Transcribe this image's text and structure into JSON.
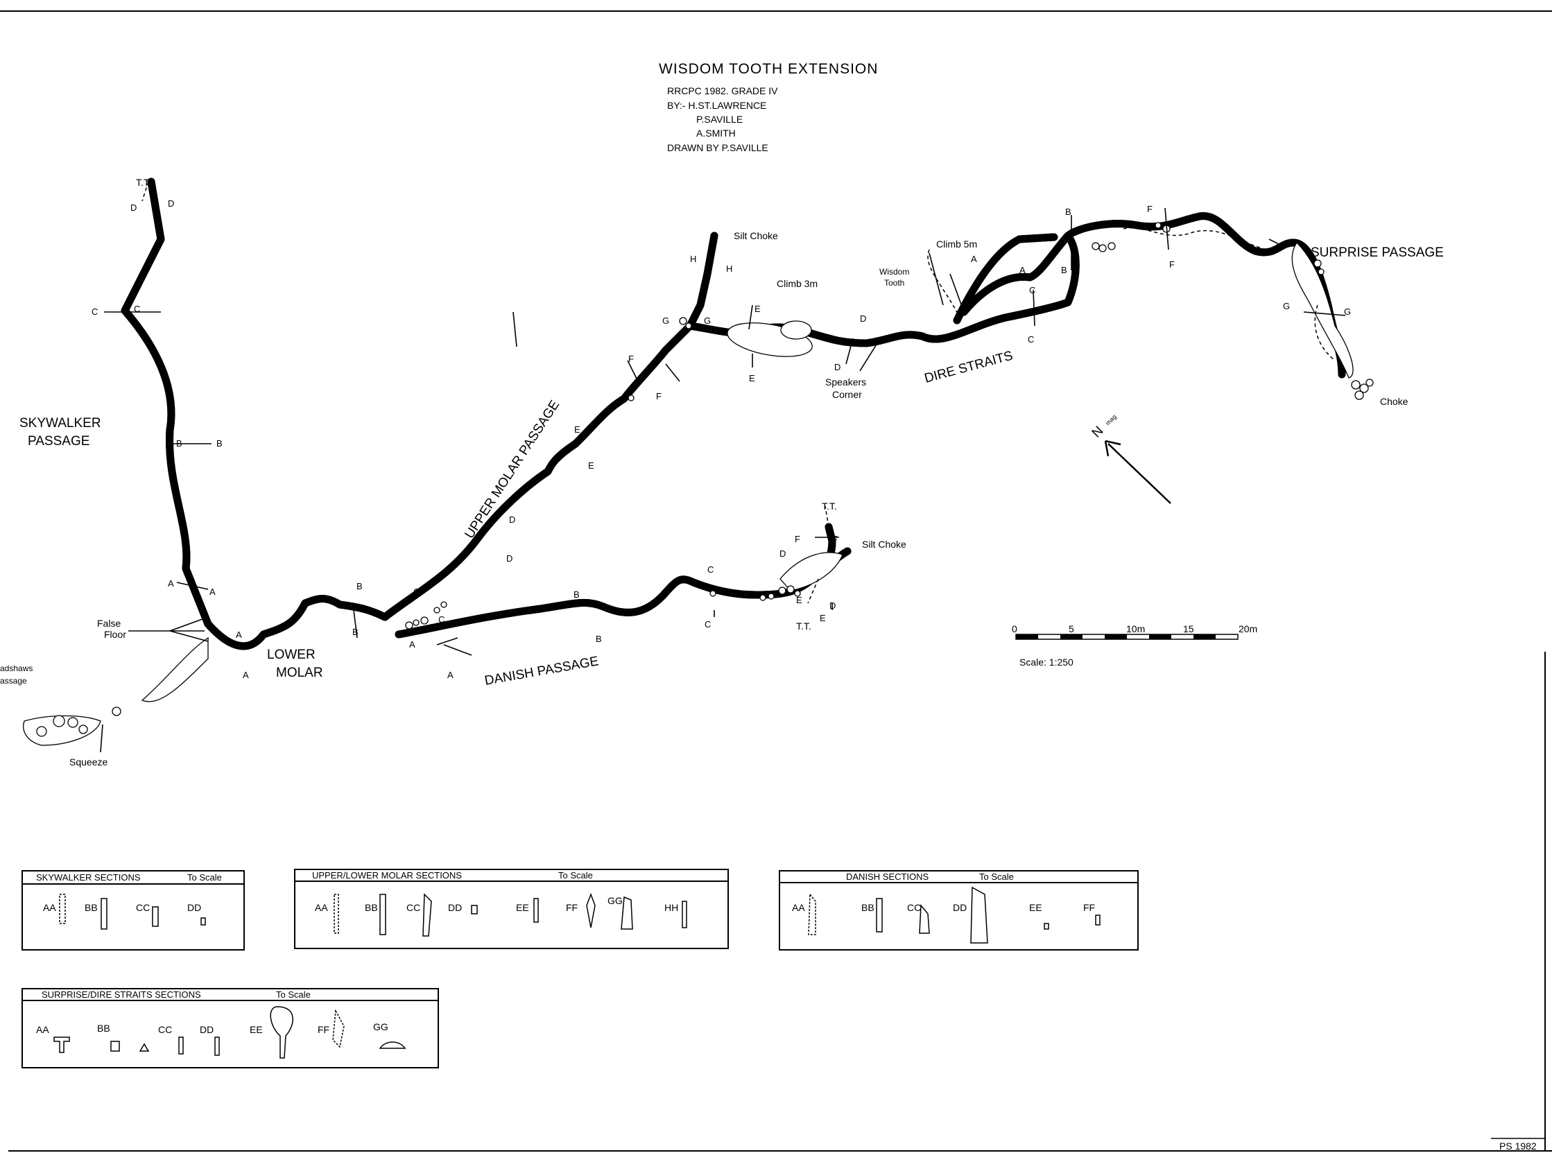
{
  "title": "WISDOM TOOTH EXTENSION",
  "survey_info": [
    "RRCPC 1982.  GRADE  IV",
    "BY:- H.ST.LAWRENCE",
    "P.SAVILLE",
    "A.SMITH",
    "DRAWN BY P.SAVILLE"
  ],
  "passages": {
    "skywalker": [
      "SKYWALKER",
      "PASSAGE"
    ],
    "upper_molar": "UPPER  MOLAR  PASSAGE",
    "lower_molar": [
      "LOWER",
      "MOLAR"
    ],
    "danish": "DANISH  PASSAGE",
    "dire_straits": "DIRE  STRAITS",
    "surprise": "SURPRISE  PASSAGE",
    "bradshaws": [
      "adshaws",
      "assage"
    ]
  },
  "features": {
    "tt": "T.T.",
    "silt_choke": "Silt Choke",
    "climb_3m": "Climb  3m",
    "climb_5m": "Climb  5m",
    "wisdom_tooth": [
      "Wisdom",
      "Tooth"
    ],
    "speakers_corner": [
      "Speakers",
      "Corner"
    ],
    "choke": "Choke",
    "false_floor": [
      "False",
      "Floor"
    ],
    "squeeze": "Squeeze"
  },
  "section_letters": [
    "A",
    "B",
    "C",
    "D",
    "E",
    "F",
    "G",
    "H"
  ],
  "north": {
    "n": "N",
    "mag": "mag"
  },
  "scale_bar": {
    "ticks": [
      "0",
      "5",
      "10m",
      "15",
      "20m"
    ],
    "caption": "Scale:  1:250"
  },
  "section_boxes": [
    {
      "title": "SKYWALKER  SECTIONS",
      "note": "To Scale",
      "labels": [
        "AA",
        "BB",
        "CC",
        "DD"
      ]
    },
    {
      "title": "UPPER/LOWER MOLAR  SECTIONS",
      "note": "To Scale",
      "labels": [
        "AA",
        "BB",
        "CC",
        "DD",
        "EE",
        "FF",
        "GG",
        "HH"
      ]
    },
    {
      "title": "DANISH    SECTIONS",
      "note": "To Scale",
      "labels": [
        "AA",
        "BB",
        "CC",
        "DD",
        "EE",
        "FF"
      ]
    },
    {
      "title": "SURPRISE/DIRE STRAITS    SECTIONS",
      "note": "To Scale",
      "labels": [
        "AA",
        "BB",
        "CC",
        "DD",
        "EE",
        "FF",
        "GG"
      ]
    }
  ],
  "footer": "PS 1982"
}
